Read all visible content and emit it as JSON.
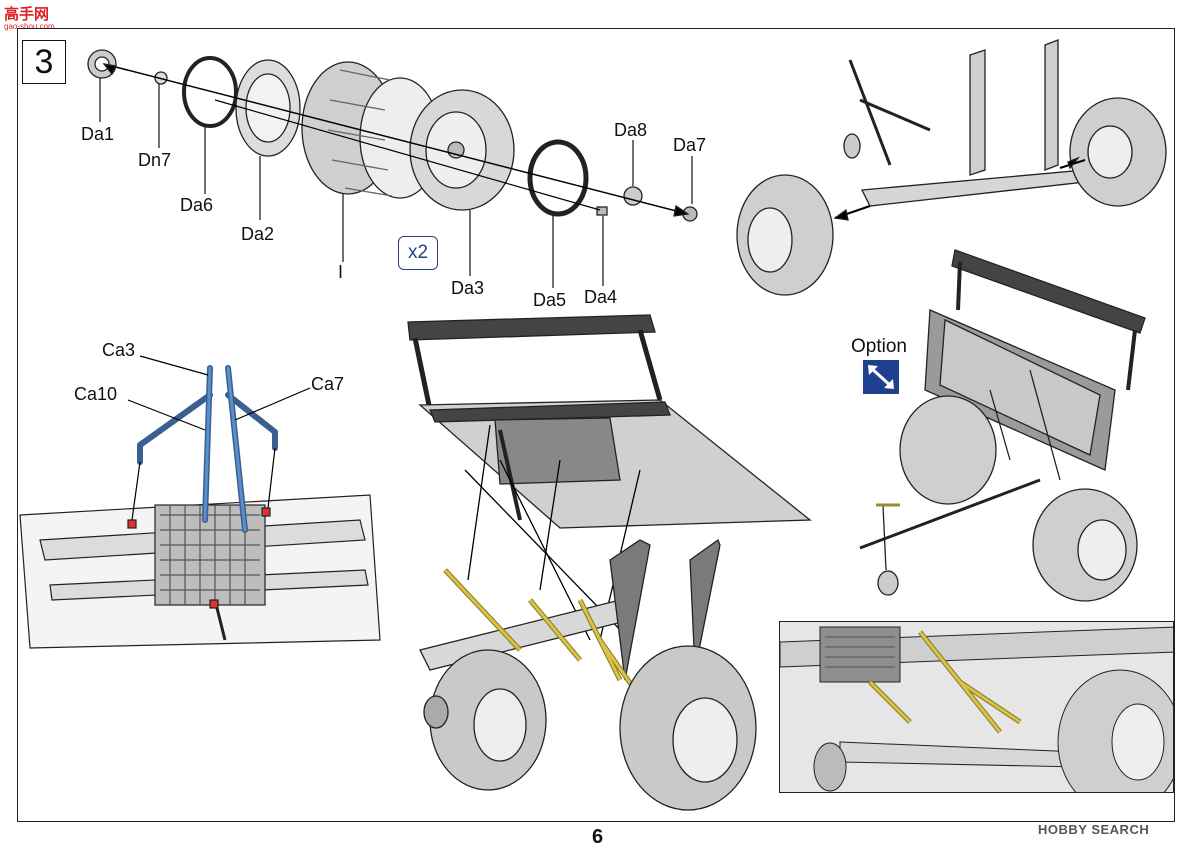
{
  "watermark": {
    "top": "高手网",
    "sub": "gao-shou.com",
    "bottom": "HOBBY SEARCH"
  },
  "step": {
    "number": "3"
  },
  "wheel_labels": {
    "da1": "Da1",
    "dn7": "Dn7",
    "da6": "Da6",
    "da2": "Da2",
    "i": "I",
    "x2": "x2",
    "da3": "Da3",
    "da5": "Da5",
    "da4": "Da4",
    "da8": "Da8",
    "da7": "Da7"
  },
  "frame_labels": {
    "ca3": "Ca3",
    "ca10": "Ca10",
    "ca7": "Ca7"
  },
  "option": {
    "label": "Option",
    "icon": "option-arrows-icon"
  },
  "colors": {
    "primary_blue": "#1f3f8f",
    "part_blue": "#5b8fc9",
    "yellow_part": "#d9c24a"
  },
  "page": {
    "number": "6"
  }
}
